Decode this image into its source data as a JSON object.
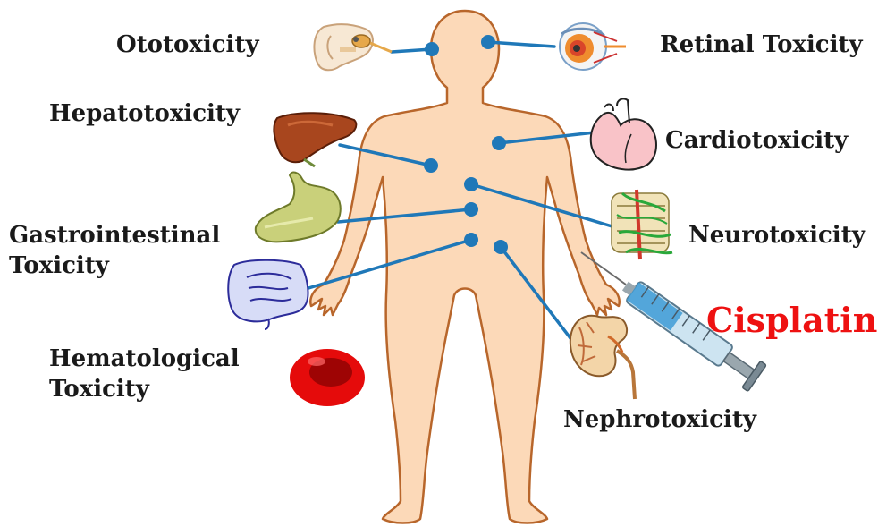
{
  "labels": {
    "ototoxicity": "Ototoxicity",
    "retinal": "Retinal Toxicity",
    "hepatotoxicity": "Hepatotoxicity",
    "cardiotoxicity": "Cardiotoxicity",
    "gastro_line1": "Gastrointestinal",
    "gastro_line2": "Toxicity",
    "neurotoxicity": "Neurotoxicity",
    "hemato_line1": "Hematological",
    "hemato_line2": "Toxicity",
    "nephrotoxicity": "Nephrotoxicity",
    "drug": "Cisplatin"
  },
  "colors": {
    "body_fill": "#fcd9b8",
    "body_outline": "#b8662b",
    "connector": "#1f78b8",
    "label_text": "#1a1a1a",
    "drug_text": "#ee1111"
  },
  "icons": [
    "ear-icon",
    "eye-icon",
    "liver-icon",
    "heart-icon",
    "stomach-icon",
    "intestine-icon",
    "spinal-cord-icon",
    "red-blood-cell-icon",
    "kidney-icon",
    "syringe-icon"
  ]
}
